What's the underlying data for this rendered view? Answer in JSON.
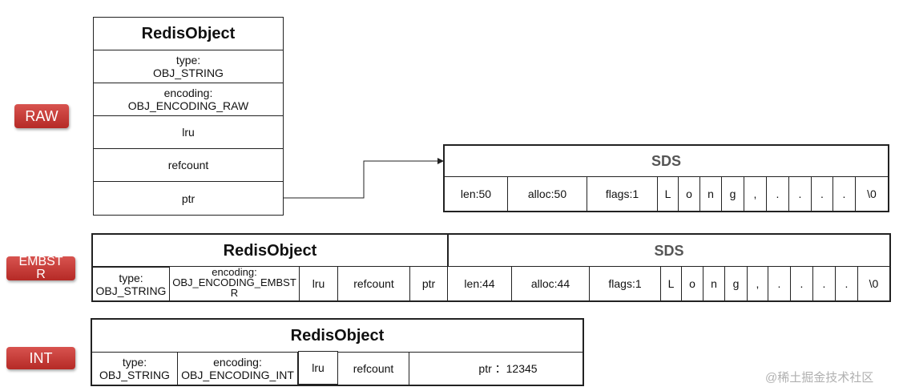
{
  "labels": {
    "raw": "RAW",
    "embstr": "EMBST\nR",
    "int": "INT"
  },
  "raw": {
    "object": {
      "title": "RedisObject",
      "type": "type:\nOBJ_STRING",
      "encoding": "encoding:\nOBJ_ENCODING_RAW",
      "lru": "lru",
      "refcount": "refcount",
      "ptr": "ptr"
    },
    "sds": {
      "title": "SDS",
      "len": "len:50",
      "alloc": "alloc:50",
      "flags": "flags:1",
      "chars": [
        "L",
        "o",
        "n",
        "g",
        ",",
        ".",
        ".",
        ".",
        ".",
        "\\0"
      ]
    }
  },
  "embstr": {
    "object": {
      "title": "RedisObject",
      "type": "type:\nOBJ_STRING",
      "encoding": "encoding:\nOBJ_ENCODING_EMBST\nR",
      "lru": "lru",
      "refcount": "refcount",
      "ptr": "ptr"
    },
    "sds": {
      "title": "SDS",
      "len": "len:44",
      "alloc": "alloc:44",
      "flags": "flags:1",
      "chars": [
        "L",
        "o",
        "n",
        "g",
        ",",
        ".",
        ".",
        ".",
        ".",
        "\\0"
      ]
    }
  },
  "int": {
    "object": {
      "title": "RedisObject",
      "type": "type:\nOBJ_STRING",
      "encoding": "encoding:\nOBJ_ENCODING_INT",
      "lru": "lru",
      "refcount": "refcount",
      "ptr": "ptr ：12345"
    }
  },
  "watermark": "@稀土掘金技术社区"
}
